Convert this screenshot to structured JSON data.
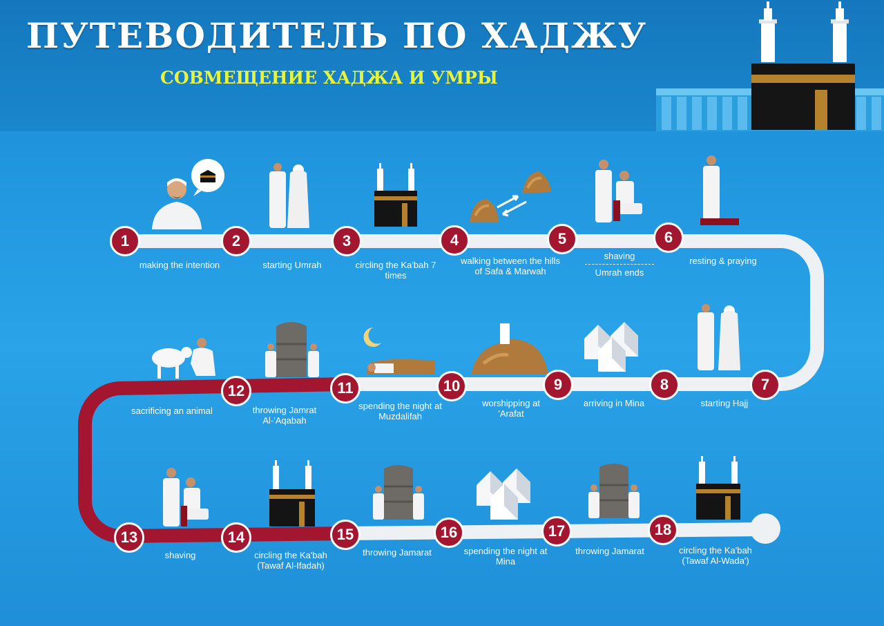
{
  "header": {
    "title": "ПУТЕВОДИТЕЛЬ ПО ХАДЖУ",
    "subtitle": "СОВМЕЩЕНИЕ ХАДЖА И УМРЫ"
  },
  "colors": {
    "background": "#1f94dc",
    "path_white": "#eef1f4",
    "path_red": "#a3162f",
    "node": "#a3162f",
    "subtitle": "#e8f33a"
  },
  "steps": [
    {
      "number": "1",
      "label": "making the intention",
      "icon": "pilgrim-intention-icon"
    },
    {
      "number": "2",
      "label": "starting Umrah",
      "icon": "pilgrims-ihram-icon"
    },
    {
      "number": "3",
      "label": "circling the Ka'bah 7 times",
      "icon": "kaaba-icon"
    },
    {
      "number": "4",
      "label": "walking between the hills of Safa & Marwah",
      "icon": "hills-icon"
    },
    {
      "number": "5",
      "label": "shaving",
      "label2": "Umrah ends",
      "icon": "barber-icon"
    },
    {
      "number": "6",
      "label": "resting & praying",
      "icon": "praying-pilgrim-icon"
    },
    {
      "number": "7",
      "label": "starting Hajj",
      "icon": "pilgrims-ihram-icon"
    },
    {
      "number": "8",
      "label": "arriving in Mina",
      "icon": "tents-icon"
    },
    {
      "number": "9",
      "label": "worshipping at 'Arafat",
      "icon": "mount-arafat-icon"
    },
    {
      "number": "10",
      "label": "spending the night at Muzdalifah",
      "icon": "sleeping-pilgrim-icon"
    },
    {
      "number": "11",
      "label": "throwing Jamrat Al-'Aqabah",
      "icon": "jamarat-pillar-icon"
    },
    {
      "number": "12",
      "label": "sacrificing an animal",
      "icon": "sheep-sacrifice-icon"
    },
    {
      "number": "13",
      "label": "shaving",
      "icon": "barber-icon"
    },
    {
      "number": "14",
      "label": "circling the Ka'bah (Tawaf Al-Ifadah)",
      "icon": "kaaba-icon"
    },
    {
      "number": "15",
      "label": "throwing Jamarat",
      "icon": "jamarat-pillar-icon"
    },
    {
      "number": "16",
      "label": "spending the night at Mina",
      "icon": "tents-icon"
    },
    {
      "number": "17",
      "label": "throwing Jamarat",
      "icon": "jamarat-pillar-icon"
    },
    {
      "number": "18",
      "label": "circling the Ka'bah (Tawaf Al-Wada')",
      "icon": "kaaba-icon"
    }
  ]
}
